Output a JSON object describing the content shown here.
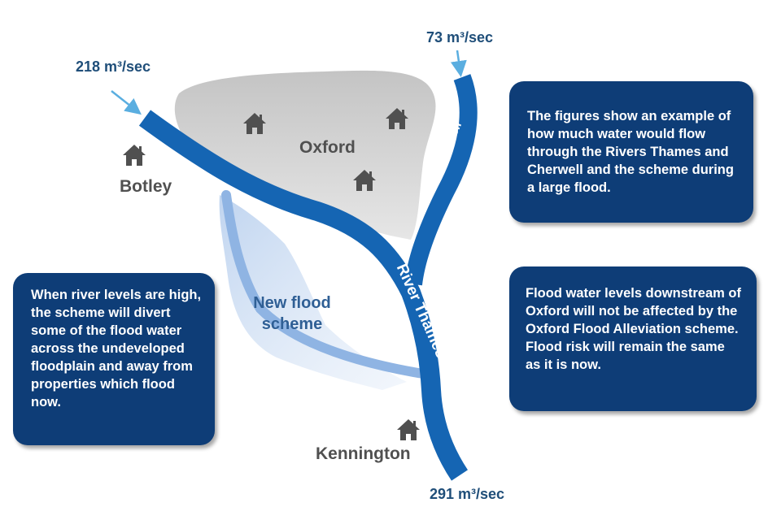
{
  "flows": {
    "thames_in": "218 m³/sec",
    "cherwell_in": "73 m³/sec",
    "thames_out": "291 m³/sec"
  },
  "places": {
    "oxford": "Oxford",
    "botley": "Botley",
    "kennington": "Kennington"
  },
  "rivers": {
    "thames": "River Thames",
    "cherwell": "River Cherwell"
  },
  "scheme": {
    "line1": "New flood",
    "line2": "scheme"
  },
  "info_boxes": {
    "top_right": "The figures show an example of how much water would flow through the Rivers Thames and Cherwell and the scheme during a large flood.",
    "middle_right": "Flood water levels downstream of Oxford will not be affected by the Oxford Flood Alleviation scheme. Flood risk will remain the same as it is now.",
    "left": "When river levels are high, the scheme will divert some of the flood water across the undeveloped floodplain and away from properties which flood now."
  },
  "colors": {
    "river": "#1565b3",
    "scheme_channel": "#8fb4e3",
    "box_bg": "#0e3d77",
    "arrow": "#5aaee0"
  }
}
